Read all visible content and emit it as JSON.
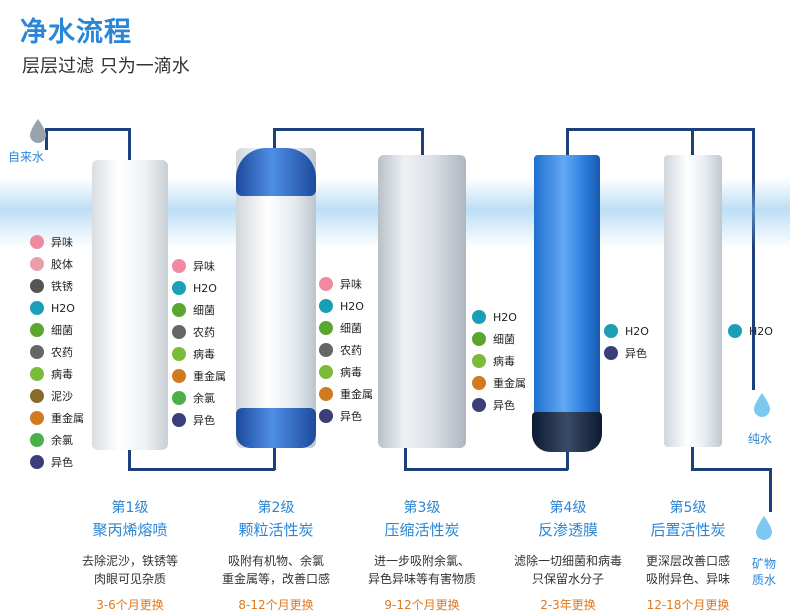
{
  "header": {
    "title": "净水流程",
    "subtitle": "层层过滤 只为一滴水"
  },
  "labels": {
    "source": "自来水",
    "pure": "纯水",
    "mineral_line1": "矿物",
    "mineral_line2": "质水"
  },
  "columns": [
    {
      "items": [
        {
          "label": "异味",
          "icon": "pink-blob-icon",
          "color": "#f08aa0"
        },
        {
          "label": "胶体",
          "icon": "pink-cluster-icon",
          "color": "#e7a0a8"
        },
        {
          "label": "铁锈",
          "icon": "dots-icon",
          "color": "#555555"
        },
        {
          "label": "H2O",
          "icon": "water-drop-icon",
          "color": "#1a9fb5"
        },
        {
          "label": "细菌",
          "icon": "germ-icon",
          "color": "#5aa630"
        },
        {
          "label": "农药",
          "icon": "dots-icon",
          "color": "#666666"
        },
        {
          "label": "病毒",
          "icon": "virus-icon",
          "color": "#7bbb3a"
        },
        {
          "label": "泥沙",
          "icon": "sand-icon",
          "color": "#8a6a2c"
        },
        {
          "label": "重金属",
          "icon": "metal-icon",
          "color": "#d27a22"
        },
        {
          "label": "余氯",
          "icon": "chlorine-icon",
          "color": "#4cb04a"
        },
        {
          "label": "异色",
          "icon": "color-dots-icon",
          "color": "#3a3f7a"
        }
      ]
    },
    {
      "items": [
        {
          "label": "异味",
          "icon": "pink-blob-icon",
          "color": "#f08aa0"
        },
        {
          "label": "H2O",
          "icon": "water-drop-icon",
          "color": "#1a9fb5"
        },
        {
          "label": "细菌",
          "icon": "germ-icon",
          "color": "#5aa630"
        },
        {
          "label": "农药",
          "icon": "dots-icon",
          "color": "#666666"
        },
        {
          "label": "病毒",
          "icon": "virus-icon",
          "color": "#7bbb3a"
        },
        {
          "label": "重金属",
          "icon": "metal-icon",
          "color": "#d27a22"
        },
        {
          "label": "余氯",
          "icon": "chlorine-icon",
          "color": "#4cb04a"
        },
        {
          "label": "异色",
          "icon": "color-dots-icon",
          "color": "#3a3f7a"
        }
      ]
    },
    {
      "items": [
        {
          "label": "异味",
          "icon": "pink-blob-icon",
          "color": "#f08aa0"
        },
        {
          "label": "H2O",
          "icon": "water-drop-icon",
          "color": "#1a9fb5"
        },
        {
          "label": "细菌",
          "icon": "germ-icon",
          "color": "#5aa630"
        },
        {
          "label": "农药",
          "icon": "dots-icon",
          "color": "#666666"
        },
        {
          "label": "病毒",
          "icon": "virus-icon",
          "color": "#7bbb3a"
        },
        {
          "label": "重金属",
          "icon": "metal-icon",
          "color": "#d27a22"
        },
        {
          "label": "异色",
          "icon": "color-dots-icon",
          "color": "#3a3f7a"
        }
      ]
    },
    {
      "items": [
        {
          "label": "H2O",
          "icon": "water-drop-icon",
          "color": "#1a9fb5"
        },
        {
          "label": "细菌",
          "icon": "germ-icon",
          "color": "#5aa630"
        },
        {
          "label": "病毒",
          "icon": "virus-icon",
          "color": "#7bbb3a"
        },
        {
          "label": "重金属",
          "icon": "metal-icon",
          "color": "#d27a22"
        },
        {
          "label": "异色",
          "icon": "color-dots-icon",
          "color": "#3a3f7a"
        }
      ]
    },
    {
      "items": [
        {
          "label": "H2O",
          "icon": "water-drop-icon",
          "color": "#1a9fb5"
        },
        {
          "label": "异色",
          "icon": "color-dots-icon",
          "color": "#3a3f7a"
        }
      ]
    },
    {
      "items": [
        {
          "label": "H2O",
          "icon": "water-drop-icon",
          "color": "#1a9fb5"
        }
      ]
    }
  ],
  "stages": [
    {
      "level": "第1级",
      "name": "聚丙烯熔喷",
      "desc1": "去除泥沙，铁锈等",
      "desc2": "肉眼可见杂质",
      "life": "3-6个月更换"
    },
    {
      "level": "第2级",
      "name": "颗粒活性炭",
      "desc1": "吸附有机物、余氯",
      "desc2": "重金属等，改善口感",
      "life": "8-12个月更换"
    },
    {
      "level": "第3级",
      "name": "压缩活性炭",
      "desc1": "进一步吸附余氯、",
      "desc2": "异色异味等有害物质",
      "life": "9-12个月更换"
    },
    {
      "level": "第4级",
      "name": "反渗透膜",
      "desc1": "滤除一切细菌和病毒",
      "desc2": "只保留水分子",
      "life": "2-3年更换"
    },
    {
      "level": "第5级",
      "name": "后置活性炭",
      "desc1": "更深层改善口感",
      "desc2": "吸附异色、异味",
      "life": "12-18个月更换"
    }
  ],
  "colors": {
    "accent": "#2a86d6",
    "pipe": "#1d3f7a",
    "life": "#e0781e"
  }
}
